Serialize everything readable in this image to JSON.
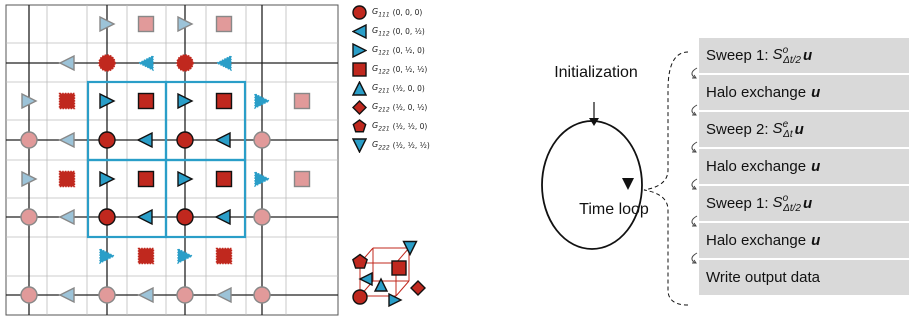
{
  "legend": [
    {
      "name": "G",
      "sub": "111",
      "coord": "(0, 0, 0)",
      "shape": "circle"
    },
    {
      "name": "G",
      "sub": "112",
      "coord": "(0, 0, ½)",
      "shape": "tri-left"
    },
    {
      "name": "G",
      "sub": "121",
      "coord": "(0, ½, 0)",
      "shape": "tri-right"
    },
    {
      "name": "G",
      "sub": "122",
      "coord": "(0, ½, ½)",
      "shape": "square"
    },
    {
      "name": "G",
      "sub": "211",
      "coord": "(½, 0, 0)",
      "shape": "tri-up"
    },
    {
      "name": "G",
      "sub": "212",
      "coord": "(½, 0, ½)",
      "shape": "diamond"
    },
    {
      "name": "G",
      "sub": "221",
      "coord": "(½, ½, 0)",
      "shape": "pentagon"
    },
    {
      "name": "G",
      "sub": "222",
      "coord": "(½, ½, ½)",
      "shape": "tri-down"
    }
  ],
  "flow": {
    "initialization": "Initialization",
    "time_loop": "Time loop",
    "steps": [
      {
        "prefix": "Sweep 1:",
        "op": "S",
        "sup": "o",
        "sub": "Δt/2",
        "var": "u"
      },
      {
        "prefix": "Halo exchange",
        "op": "",
        "sup": "",
        "sub": "",
        "var": "u"
      },
      {
        "prefix": "Sweep 2:",
        "op": "S",
        "sup": "e",
        "sub": "Δt",
        "var": "u"
      },
      {
        "prefix": "Halo exchange",
        "op": "",
        "sup": "",
        "sub": "",
        "var": "u"
      },
      {
        "prefix": "Sweep 1:",
        "op": "S",
        "sup": "o",
        "sub": "Δt/2",
        "var": "u"
      },
      {
        "prefix": "Halo exchange",
        "op": "",
        "sup": "",
        "sub": "",
        "var": "u"
      },
      {
        "prefix": "Write output data",
        "op": "",
        "sup": "",
        "sub": "",
        "var": ""
      }
    ]
  },
  "colors": {
    "red": "#c0281e",
    "blue": "#2a9ec8",
    "pale_red": "#e19a9a",
    "pale_blue": "#9cc3d8",
    "box_blue": "#2a9ec8",
    "step_bg": "#d9d9d9"
  }
}
